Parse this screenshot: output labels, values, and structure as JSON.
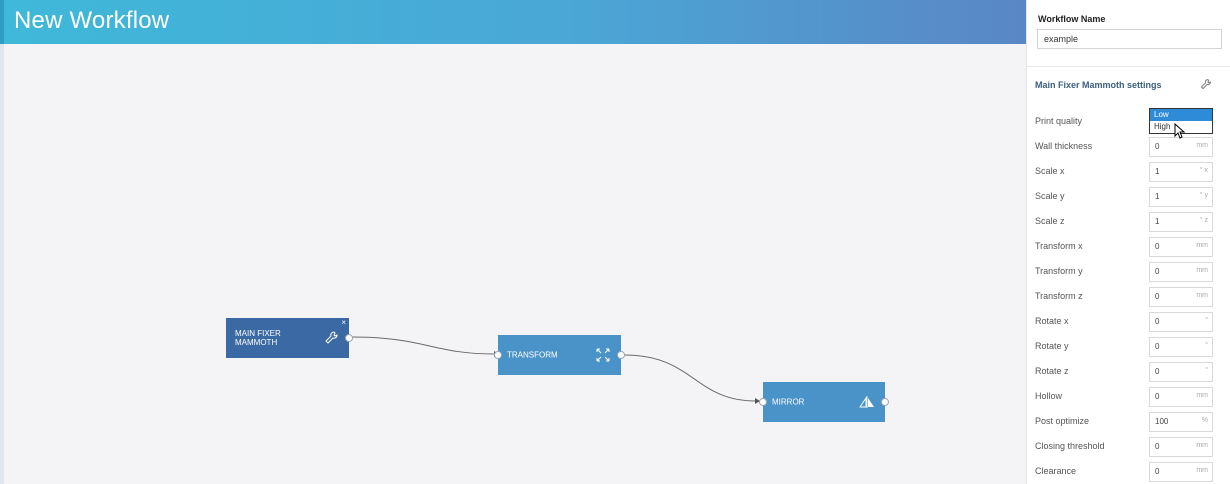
{
  "header": {
    "title": "New Workflow"
  },
  "nodes": [
    {
      "label_line1": "MAIN FIXER",
      "label_line2": "MAMMOTH",
      "icon": "wrench-icon",
      "close": "×"
    },
    {
      "label": "TRANSFORM",
      "icon": "expand-arrows-icon"
    },
    {
      "label": "MIRROR",
      "icon": "mirror-icon"
    }
  ],
  "panel": {
    "workflow_name_label": "Workflow Name",
    "workflow_name_value": "example",
    "settings_title": "Main Fixer Mammoth settings",
    "settings_icon": "wrench-icon",
    "print_quality": {
      "label": "Print quality",
      "options": [
        "Low",
        "High"
      ],
      "selected": "Low"
    },
    "rows": [
      {
        "label": "Wall thickness",
        "value": "0",
        "unit": "mm"
      },
      {
        "label": "Scale x",
        "value": "1",
        "unit": "° x"
      },
      {
        "label": "Scale y",
        "value": "1",
        "unit": "° y"
      },
      {
        "label": "Scale z",
        "value": "1",
        "unit": "° z"
      },
      {
        "label": "Transform x",
        "value": "0",
        "unit": "mm"
      },
      {
        "label": "Transform y",
        "value": "0",
        "unit": "mm"
      },
      {
        "label": "Transform z",
        "value": "0",
        "unit": "mm"
      },
      {
        "label": "Rotate x",
        "value": "0",
        "unit": "°"
      },
      {
        "label": "Rotate y",
        "value": "0",
        "unit": "°"
      },
      {
        "label": "Rotate z",
        "value": "0",
        "unit": "°"
      },
      {
        "label": "Hollow",
        "value": "0",
        "unit": "mm"
      },
      {
        "label": "Post optimize",
        "value": "100",
        "unit": "%"
      },
      {
        "label": "Closing threshold",
        "value": "0",
        "unit": "mm"
      },
      {
        "label": "Clearance",
        "value": "0",
        "unit": "mm"
      }
    ]
  },
  "colors": {
    "header_start": "#3fb8d9",
    "header_end": "#5a86c6",
    "node_dark": "#3a69a3",
    "node_light": "#4a93c9",
    "select_highlight": "#2e8bd8"
  }
}
